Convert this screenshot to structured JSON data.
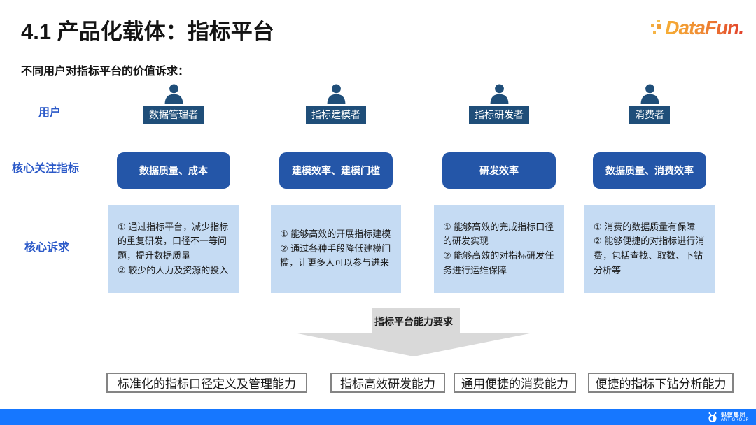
{
  "header": {
    "title": "4.1 产品化载体：指标平台",
    "logo_text": "DataFun."
  },
  "intro": "不同用户对指标平台的价值诉求：",
  "row_labels": {
    "users": "用户",
    "key_metrics": "核心关注指标",
    "core_demands": "核心诉求"
  },
  "columns": [
    {
      "user": "数据管理者",
      "key_metric": "数据质量、成本",
      "core_demand": "① 通过指标平台，减少指标的重复研发，口径不一等问题，提升数据质量\n② 较少的人力及资源的投入"
    },
    {
      "user": "指标建模者",
      "key_metric": "建模效率、建模门槛",
      "core_demand": "① 能够高效的开展指标建模\n② 通过各种手段降低建模门槛，让更多人可以参与进来"
    },
    {
      "user": "指标研发者",
      "key_metric": "研发效率",
      "core_demand": "① 能够高效的完成指标口径的研发实现\n② 能够高效的对指标研发任务进行运维保障"
    },
    {
      "user": "消费者",
      "key_metric": "数据质量、消费效率",
      "core_demand": "① 消费的数据质量有保障\n② 能够便捷的对指标进行消费，包括查找、取数、下钻分析等"
    }
  ],
  "arrow_label": "指标平台能力要求",
  "capabilities": [
    "标准化的指标口径定义及管理能力",
    "指标高效研发能力",
    "通用便捷的消费能力",
    "便捷的指标下钻分析能力"
  ],
  "footer": {
    "company_cn": "蚂蚁集团",
    "company_en": "ANT GROUP"
  },
  "colors": {
    "user_tag_bg": "#1F4E79",
    "key_metric_bg": "#2456A8",
    "demand_bg": "#C5DBF3",
    "row_label_text": "#2B59C8",
    "arrow_fill": "#D9D9D9",
    "footer_bg": "#1677FF",
    "capability_border": "#848484",
    "logo_gradient_start": "#F6AE35",
    "logo_gradient_end": "#E2402C"
  }
}
